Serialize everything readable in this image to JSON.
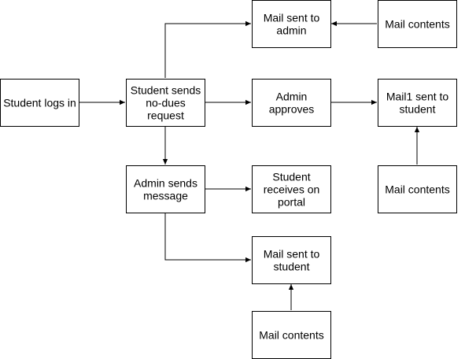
{
  "nodes": {
    "student_logs_in": {
      "lines": [
        "Student logs in"
      ]
    },
    "student_sends_request": {
      "lines": [
        "Student sends",
        "no-dues",
        "request"
      ]
    },
    "mail_to_admin": {
      "lines": [
        "Mail sent to",
        "admin"
      ]
    },
    "mail_contents_top": {
      "lines": [
        "Mail contents"
      ]
    },
    "admin_approves": {
      "lines": [
        "Admin",
        "approves"
      ]
    },
    "mail1_to_student": {
      "lines": [
        "Mail1 sent to",
        "student"
      ]
    },
    "admin_sends_message": {
      "lines": [
        "Admin sends",
        "message"
      ]
    },
    "student_receives_portal": {
      "lines": [
        "Student",
        "receives on",
        "portal"
      ]
    },
    "mail_contents_right": {
      "lines": [
        "Mail contents"
      ]
    },
    "mail_to_student": {
      "lines": [
        "Mail sent to",
        "student"
      ]
    },
    "mail_contents_bottom": {
      "lines": [
        "Mail contents"
      ]
    }
  },
  "edges": [
    {
      "from": "student_logs_in",
      "to": "student_sends_request"
    },
    {
      "from": "student_sends_request",
      "to": "mail_to_admin"
    },
    {
      "from": "mail_contents_top",
      "to": "mail_to_admin"
    },
    {
      "from": "student_sends_request",
      "to": "admin_approves"
    },
    {
      "from": "admin_approves",
      "to": "mail1_to_student"
    },
    {
      "from": "mail_contents_right",
      "to": "mail1_to_student"
    },
    {
      "from": "student_sends_request",
      "to": "admin_sends_message"
    },
    {
      "from": "admin_sends_message",
      "to": "student_receives_portal"
    },
    {
      "from": "admin_sends_message",
      "to": "mail_to_student"
    },
    {
      "from": "mail_contents_bottom",
      "to": "mail_to_student"
    }
  ]
}
